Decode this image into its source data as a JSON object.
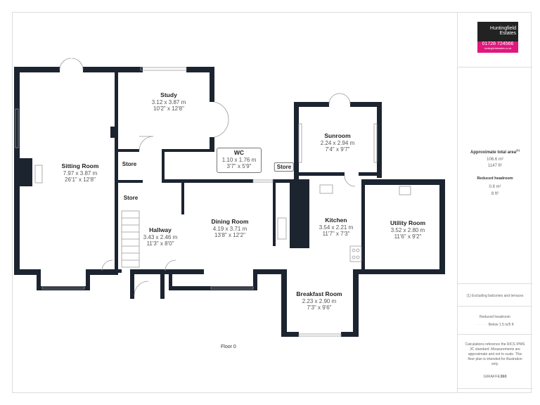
{
  "floor_label": "Floor 0",
  "agency": {
    "name_line1": "Huntingfield",
    "name_line2": "Estates",
    "phone": "01728 724566",
    "website": "huntingfieldestates.co.uk",
    "brand_color": "#e0177d"
  },
  "rooms": [
    {
      "name": "Sitting Room",
      "metric": "7.97 x 3.87 m",
      "imperial": "26'1\" x 12'8\""
    },
    {
      "name": "Study",
      "metric": "3.12 x 3.87 m",
      "imperial": "10'2\" x 12'8\""
    },
    {
      "name": "WC",
      "metric": "1.10 x 1.76 m",
      "imperial": "3'7\" x 5'9\""
    },
    {
      "name": "Sunroom",
      "metric": "2.24 x 2.94 m",
      "imperial": "7'4\" x 9'7\""
    },
    {
      "name": "Dining Room",
      "metric": "4.19 x 3.71 m",
      "imperial": "13'8\" x 12'2\""
    },
    {
      "name": "Hallway",
      "metric": "3.43 x 2.46 m",
      "imperial": "11'3\" x 8'0\""
    },
    {
      "name": "Kitchen",
      "metric": "3.54 x 2.21 m",
      "imperial": "11'7\" x 7'3\""
    },
    {
      "name": "Utility Room",
      "metric": "3.52 x 2.80 m",
      "imperial": "11'6\" x 9'2\""
    },
    {
      "name": "Breakfast Room",
      "metric": "2.23 x 2.90 m",
      "imperial": "7'3\" x 9'6\""
    }
  ],
  "stores": [
    "Store",
    "Store",
    "Store"
  ],
  "panel": {
    "area_title": "Approximate total area",
    "area_note_marker": "(1)",
    "area_m2": "106.6 m²",
    "area_ft2": "1147 ft²",
    "reduced_title": "Reduced headroom",
    "reduced_m2": "0.8 m²",
    "reduced_ft2": "8 ft²",
    "footnote": "(1) Excluding balconies and terraces",
    "legend_title": "Reduced headroom",
    "legend_item": "Below 1.5 m/5 ft",
    "disclaimer": "Calculations reference the RICS IPMS 3C standard. Measurements are approximate and not to scale. This floor plan is intended for illustration only.",
    "brand_light": "GIRAFFE",
    "brand_bold": "360"
  },
  "colors": {
    "wall": "#1c2430"
  }
}
